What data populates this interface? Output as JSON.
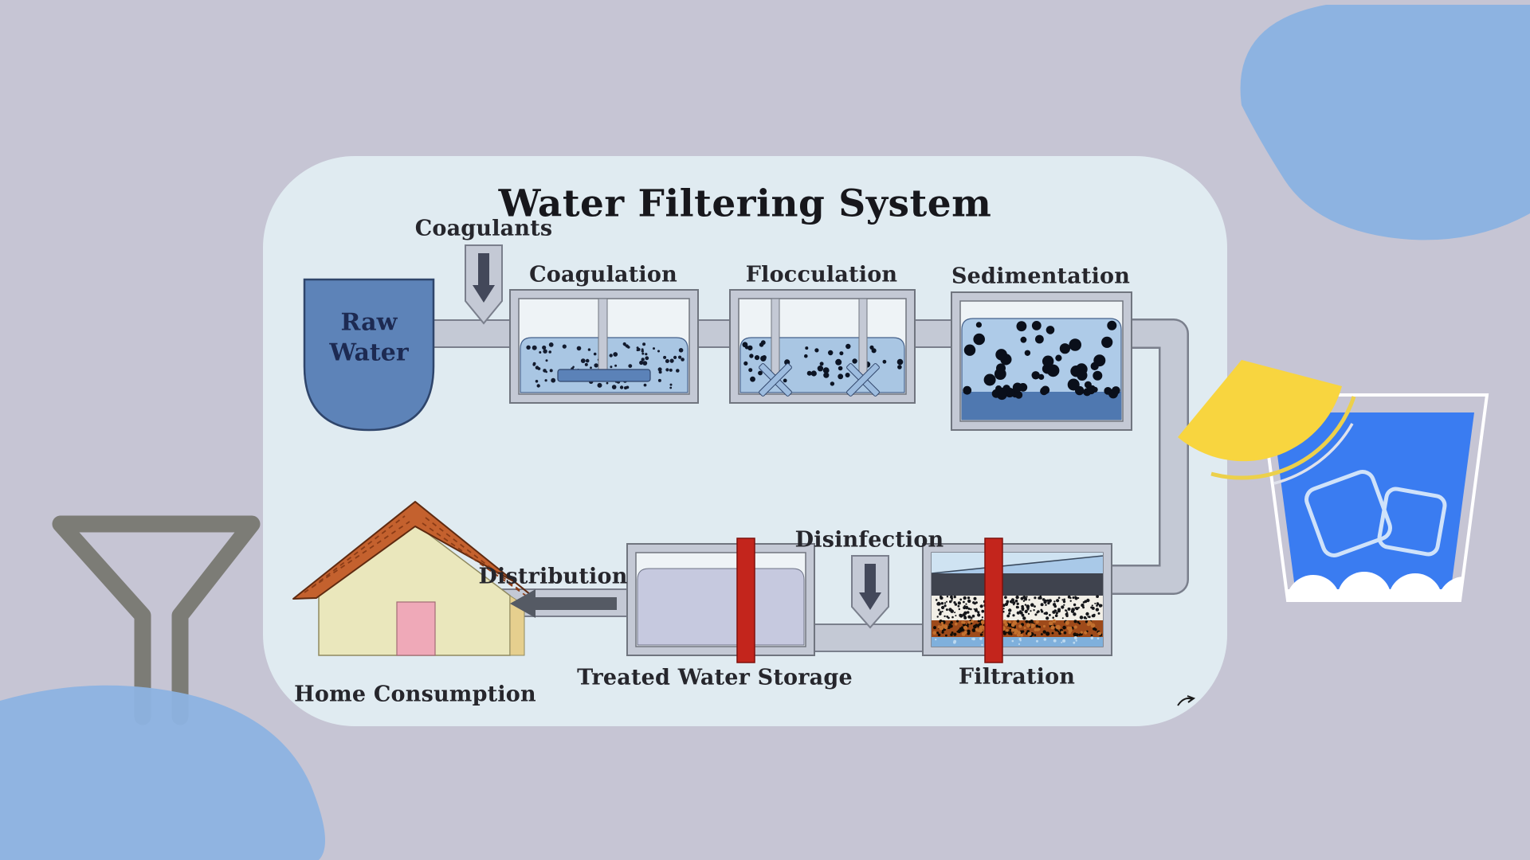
{
  "title": "Water Filtering System",
  "labels": {
    "raw_water": "Raw Water",
    "coagulants": "Coagulants",
    "coagulation": "Coagulation",
    "flocculation": "Flocculation",
    "sedimentation": "Sedimentation",
    "disinfection": "Disinfection",
    "filtration": "Filtration",
    "treated_water_storage": "Treated Water Storage",
    "distribution": "Distribution",
    "home_consumption": "Home Consumption"
  },
  "colors": {
    "background": "#c6c5d4",
    "panel": "#e0ebf1",
    "pipe": "#c4c9d5",
    "pipe_outline": "#7a7f8c",
    "tank_inner": "#eef3f6",
    "water_light": "#a9c6e3",
    "sediment_water": "#aecbe8",
    "raw_water_blue": "#5d83b8",
    "sediment_blue": "#4f78b0",
    "paddle_blue": "#5b82b8",
    "treated_water": "#c6c9df",
    "red_pipe": "#c3251c",
    "charcoal_layer": "#3f434e",
    "sand_layer": "#f2efe7",
    "gravel_layer": "#9e4a1a",
    "bottom_water": "#7fb0dc",
    "arrow_dark": "#43485a",
    "house_wall": "#eae7bc",
    "house_wall_side": "#e6cf8e",
    "house_roof": "#c4612e",
    "house_door": "#efa9b8",
    "decor_blob": "#8db3e1",
    "funnel_gray": "#7c7c76",
    "glass_water": "#3a7cf1",
    "lemon": "#f8d53f"
  }
}
